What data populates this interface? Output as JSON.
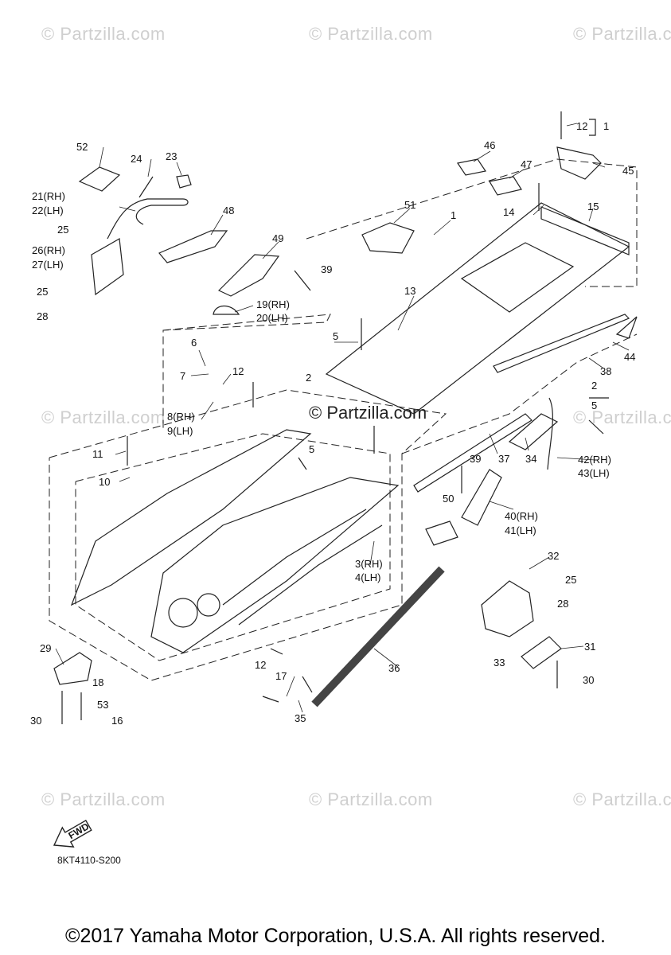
{
  "watermark": "© Partzilla.com",
  "diagram_code": "8KT4110-S200",
  "copyright": "©2017 Yamaha Motor Corporation, U.S.A. All rights reserved.",
  "fwd_label": "FWD",
  "callouts": {
    "c52": "52",
    "c24": "24",
    "c23": "23",
    "c21": "21(RH)",
    "c22": "22(LH)",
    "c25a": "25",
    "c26": "26(RH)",
    "c27": "27(LH)",
    "c25b": "25",
    "c28a": "28",
    "c48": "48",
    "c49": "49",
    "c39a": "39",
    "c19": "19(RH)",
    "c20": "20(LH)",
    "c51": "51",
    "c46": "46",
    "c47": "47",
    "c12a": "12",
    "c1a": "1",
    "c45": "45",
    "c14": "14",
    "c15": "15",
    "c1b": "1",
    "c13": "13",
    "c5a": "5",
    "c44": "44",
    "c6": "6",
    "c7": "7",
    "c12b": "12",
    "c8": "8(RH)",
    "c9": "9(LH)",
    "c2a": "2",
    "c38": "38",
    "c2b": "2",
    "c5b": "5",
    "c11": "11",
    "c10": "10",
    "c5c": "5",
    "c37": "37",
    "c34": "34",
    "c42": "42(RH)",
    "c43": "43(LH)",
    "c39b": "39",
    "c50": "50",
    "c40": "40(RH)",
    "c41": "41(LH)",
    "c3": "3(RH)",
    "c4": "4(LH)",
    "c32": "32",
    "c25c": "25",
    "c28b": "28",
    "c31": "31",
    "c33": "33",
    "c30a": "30",
    "c29": "29",
    "c18": "18",
    "c53": "53",
    "c30b": "30",
    "c16": "16",
    "c12c": "12",
    "c17": "17",
    "c35": "35",
    "c36": "36"
  }
}
